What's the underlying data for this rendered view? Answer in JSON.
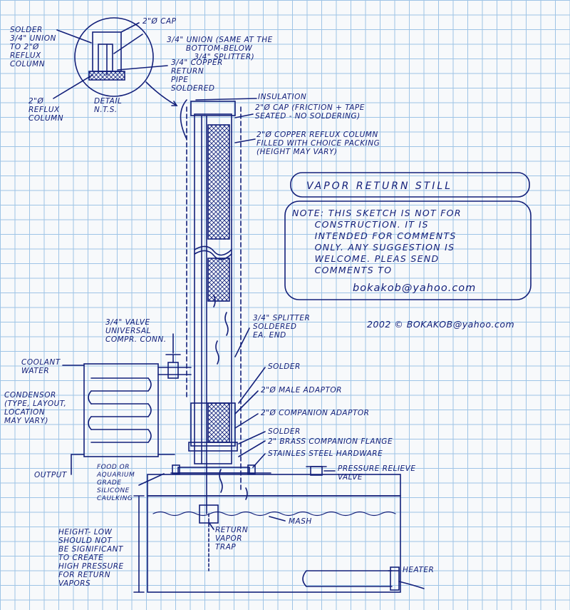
{
  "title": "VAPOR RETURN STILL",
  "note": "NOTE: THIS SKETCH IS NOT FOR\n      CONSTRUCTION. IT IS\n      INTENDED FOR COMMENTS\n      ONLY. ANY SUGGESTION IS\n      WELCOME. PLEAS SEND\n      COMMENTS TO",
  "email": "bokakob@yahoo.com",
  "copyright": "2002 © BOKAKOB@yahoo.com",
  "labels": {
    "solder_union": "SOLDER\n3/4\" UNION\nTO 2\"Ø\nREFLUX\nCOLUMN",
    "cap_2in": "2\"Ø CAP",
    "union_34": "3/4\" UNION (SAME AT THE\n       BOTTOM-BELOW\n          3/4\" SPLITTER)",
    "copper_return": "3/4\" COPPER\nRETURN\nPIPE\nSOLDERED",
    "reflux_column_detail": "2\"Ø\nREFLUX\nCOLUMN",
    "detail": "DETAIL\nN.T.S.",
    "insulation": "INSULATION",
    "cap_friction": "2\"Ø CAP (FRICTION + TAPE\nSEATED - NO SOLDERING)",
    "reflux_column": "2\"Ø COPPER REFLUX COLUMN\nFILLED WITH CHOICE PACKING\n(HEIGHT MAY VARY)",
    "valve": "3/4\" VALVE\nUNIVERSAL\nCOMPR. CONN.",
    "splitter": "3/4\" SPLITTER\nSOLDERED\nEA. END",
    "coolant": "COOLANT\nWATER",
    "condensor": "CONDENSOR\n(TYPE, LAYOUT,\nLOCATION\nMAY VARY)",
    "solder_1": "SOLDER",
    "male_adaptor": "2\"Ø MALE ADAPTOR",
    "companion_adaptor": "2\"Ø COMPANION ADAPTOR",
    "solder_2": "SOLDER",
    "brass_flange": "2\" BRASS COMPANION FLANGE",
    "hardware": "STAINLES STEEL HARDWARE",
    "pressure_valve": "PRESSURE RELIEVE\nVALVE",
    "output": "OUTPUT",
    "caulking": "FOOD OR\nAQUARIUM\nGRADE\nSILICONE\nCAULKING",
    "return_trap": "RETURN\nVAPOR\nTRAP",
    "mash": "MASH",
    "height_note": "HEIGHT- LOW\nSHOULD NOT\nBE SIGNIFICANT\nTO CREATE\nHIGH PRESSURE\nFOR RETURN\nVAPORS",
    "heater": "HEATER"
  },
  "colors": {
    "ink": "#13207a",
    "grid": "#9ec4e6"
  }
}
